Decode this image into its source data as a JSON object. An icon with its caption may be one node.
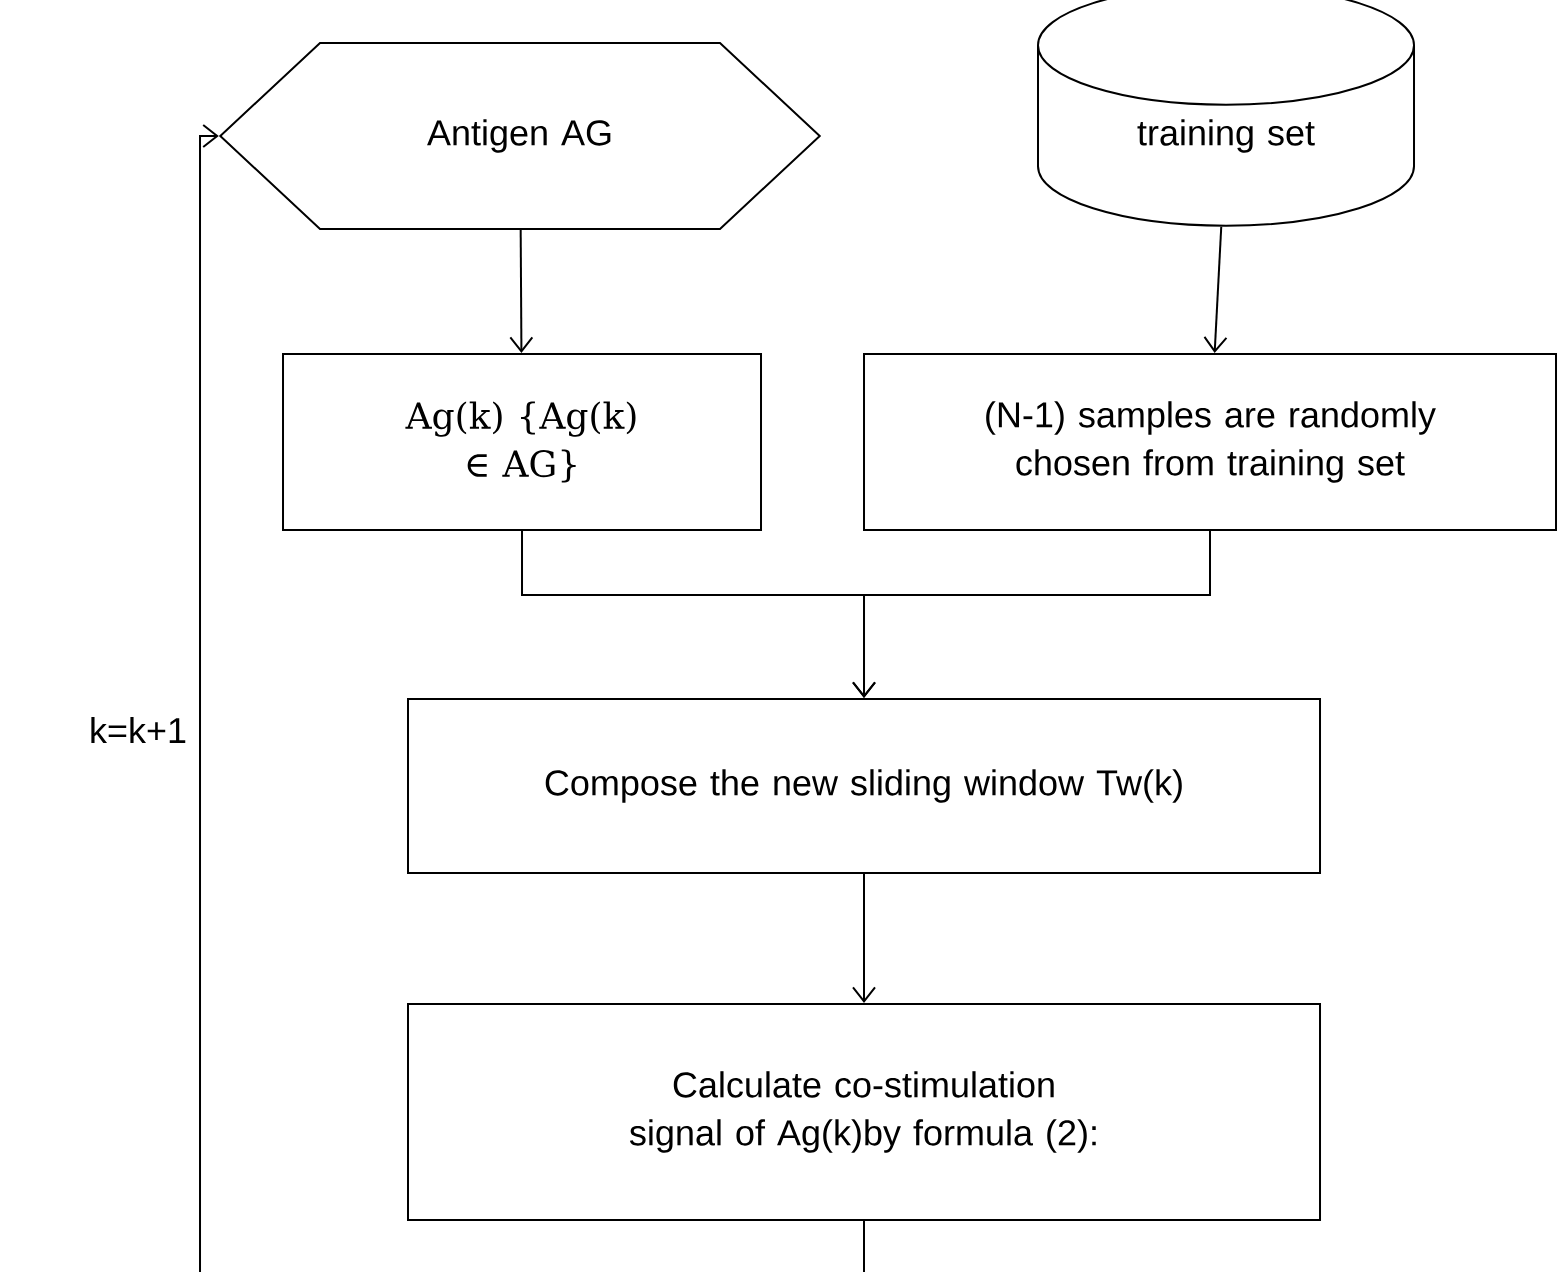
{
  "diagram": {
    "nodes": [
      {
        "text": [
          "Antigen AG"
        ]
      },
      {
        "text": [
          "training set"
        ]
      },
      {
        "text": [
          "Ag(k) {Ag(k) ∈ AG}"
        ]
      },
      {
        "text": [
          "(N-1) samples are randomly chosen from training set"
        ]
      },
      {
        "text": [
          "Compose the new sliding window Tw(k)"
        ]
      },
      {
        "text": [
          "Calculate co-stimulation signal of Ag(k)by formula (2):"
        ]
      }
    ],
    "edges": [
      {
        "from": 0,
        "to": 2,
        "arrow": "to"
      },
      {
        "from": 1,
        "to": 3,
        "arrow": "to"
      },
      {
        "from": 2,
        "to": 4,
        "arrow": "to"
      },
      {
        "from": 3,
        "to": 4,
        "arrow": "to"
      },
      {
        "from": 4,
        "to": 5,
        "arrow": "to"
      },
      {
        "from": 5,
        "to": null,
        "arrow": "none"
      },
      {
        "from": null,
        "to": 0,
        "arrow": "to",
        "label": "k=k+1"
      }
    ]
  }
}
